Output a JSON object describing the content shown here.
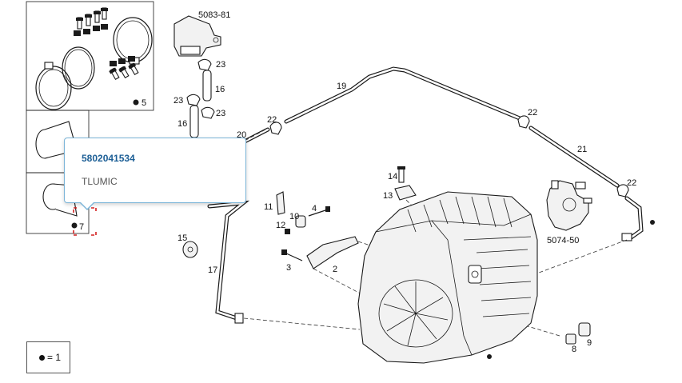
{
  "tooltip": {
    "part_code": "5802041534",
    "part_name": "TLUMIC"
  },
  "legend": {
    "text": "= 1"
  },
  "kit_panels": {
    "top_label": "5",
    "bottom_label": "7"
  },
  "callouts": {
    "c5083_81": "5083-81",
    "c5074_50": "5074-50",
    "c23a": "23",
    "c23b": "23",
    "c23c": "23",
    "c16a": "16",
    "c16b": "16",
    "c19": "19",
    "c20": "20",
    "c21": "21",
    "c22a": "22",
    "c22b": "22",
    "c22c": "22",
    "c14": "14",
    "c13": "13",
    "c11": "11",
    "c10": "10",
    "c4": "4",
    "c12": "12",
    "c15": "15",
    "c17": "17",
    "c3": "3",
    "c2": "2",
    "c8": "8",
    "c9": "9"
  }
}
